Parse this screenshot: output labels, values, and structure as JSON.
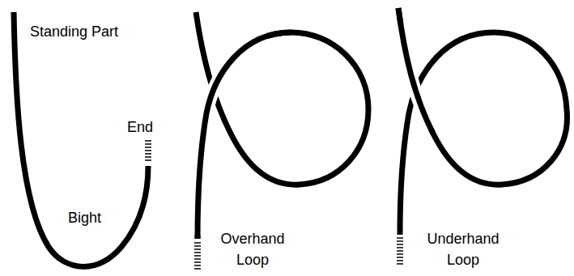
{
  "diagram": {
    "labels": [
      "Standing Part",
      "End",
      "Bight",
      "Overhand Loop",
      "Underhand Loop"
    ]
  }
}
